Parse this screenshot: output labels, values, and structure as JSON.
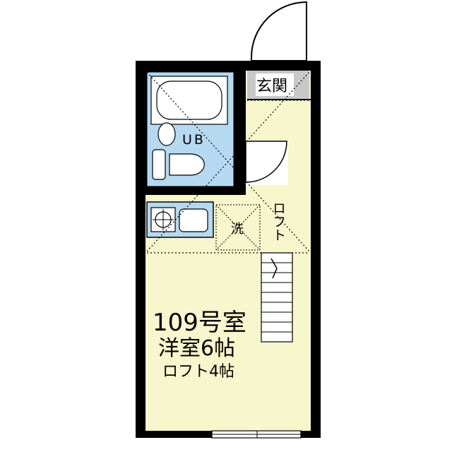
{
  "colors": {
    "wall": "#000000",
    "room_fill": "#f7f6cc",
    "bath_fill": "#b5d9f0",
    "entrance_fill": "#c8c8c8",
    "fixture_fill": "#ffffff",
    "line": "#000000"
  },
  "labels": {
    "entrance": "玄関",
    "unit_bath": "UB",
    "loft_vertical": "ロフト",
    "laundry": "洗",
    "room_number": "109号室",
    "room_type": "洋室6帖",
    "loft_size": "ロフト4帖"
  },
  "icons": {
    "bathtub": "bathtub-icon",
    "toilet": "toilet-icon",
    "stove": "stove-burner-icon",
    "sink": "kitchen-sink-icon",
    "washer": "washer-space-icon",
    "ladder": "loft-ladder-icon",
    "door_swing": "door-swing-icon"
  }
}
